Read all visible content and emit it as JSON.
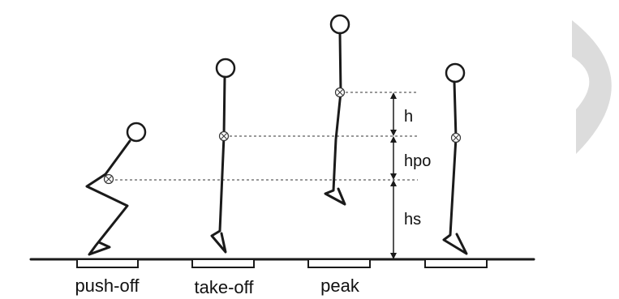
{
  "phases": [
    {
      "id": "push-off",
      "label": "push-off"
    },
    {
      "id": "take-off",
      "label": "take-off"
    },
    {
      "id": "peak",
      "label": "peak"
    },
    {
      "id": "landing",
      "label": ""
    }
  ],
  "heights": {
    "h": "h",
    "hpo": "hpo",
    "hs": "hs"
  },
  "watermark": {
    "color": "#d9d9d9"
  }
}
